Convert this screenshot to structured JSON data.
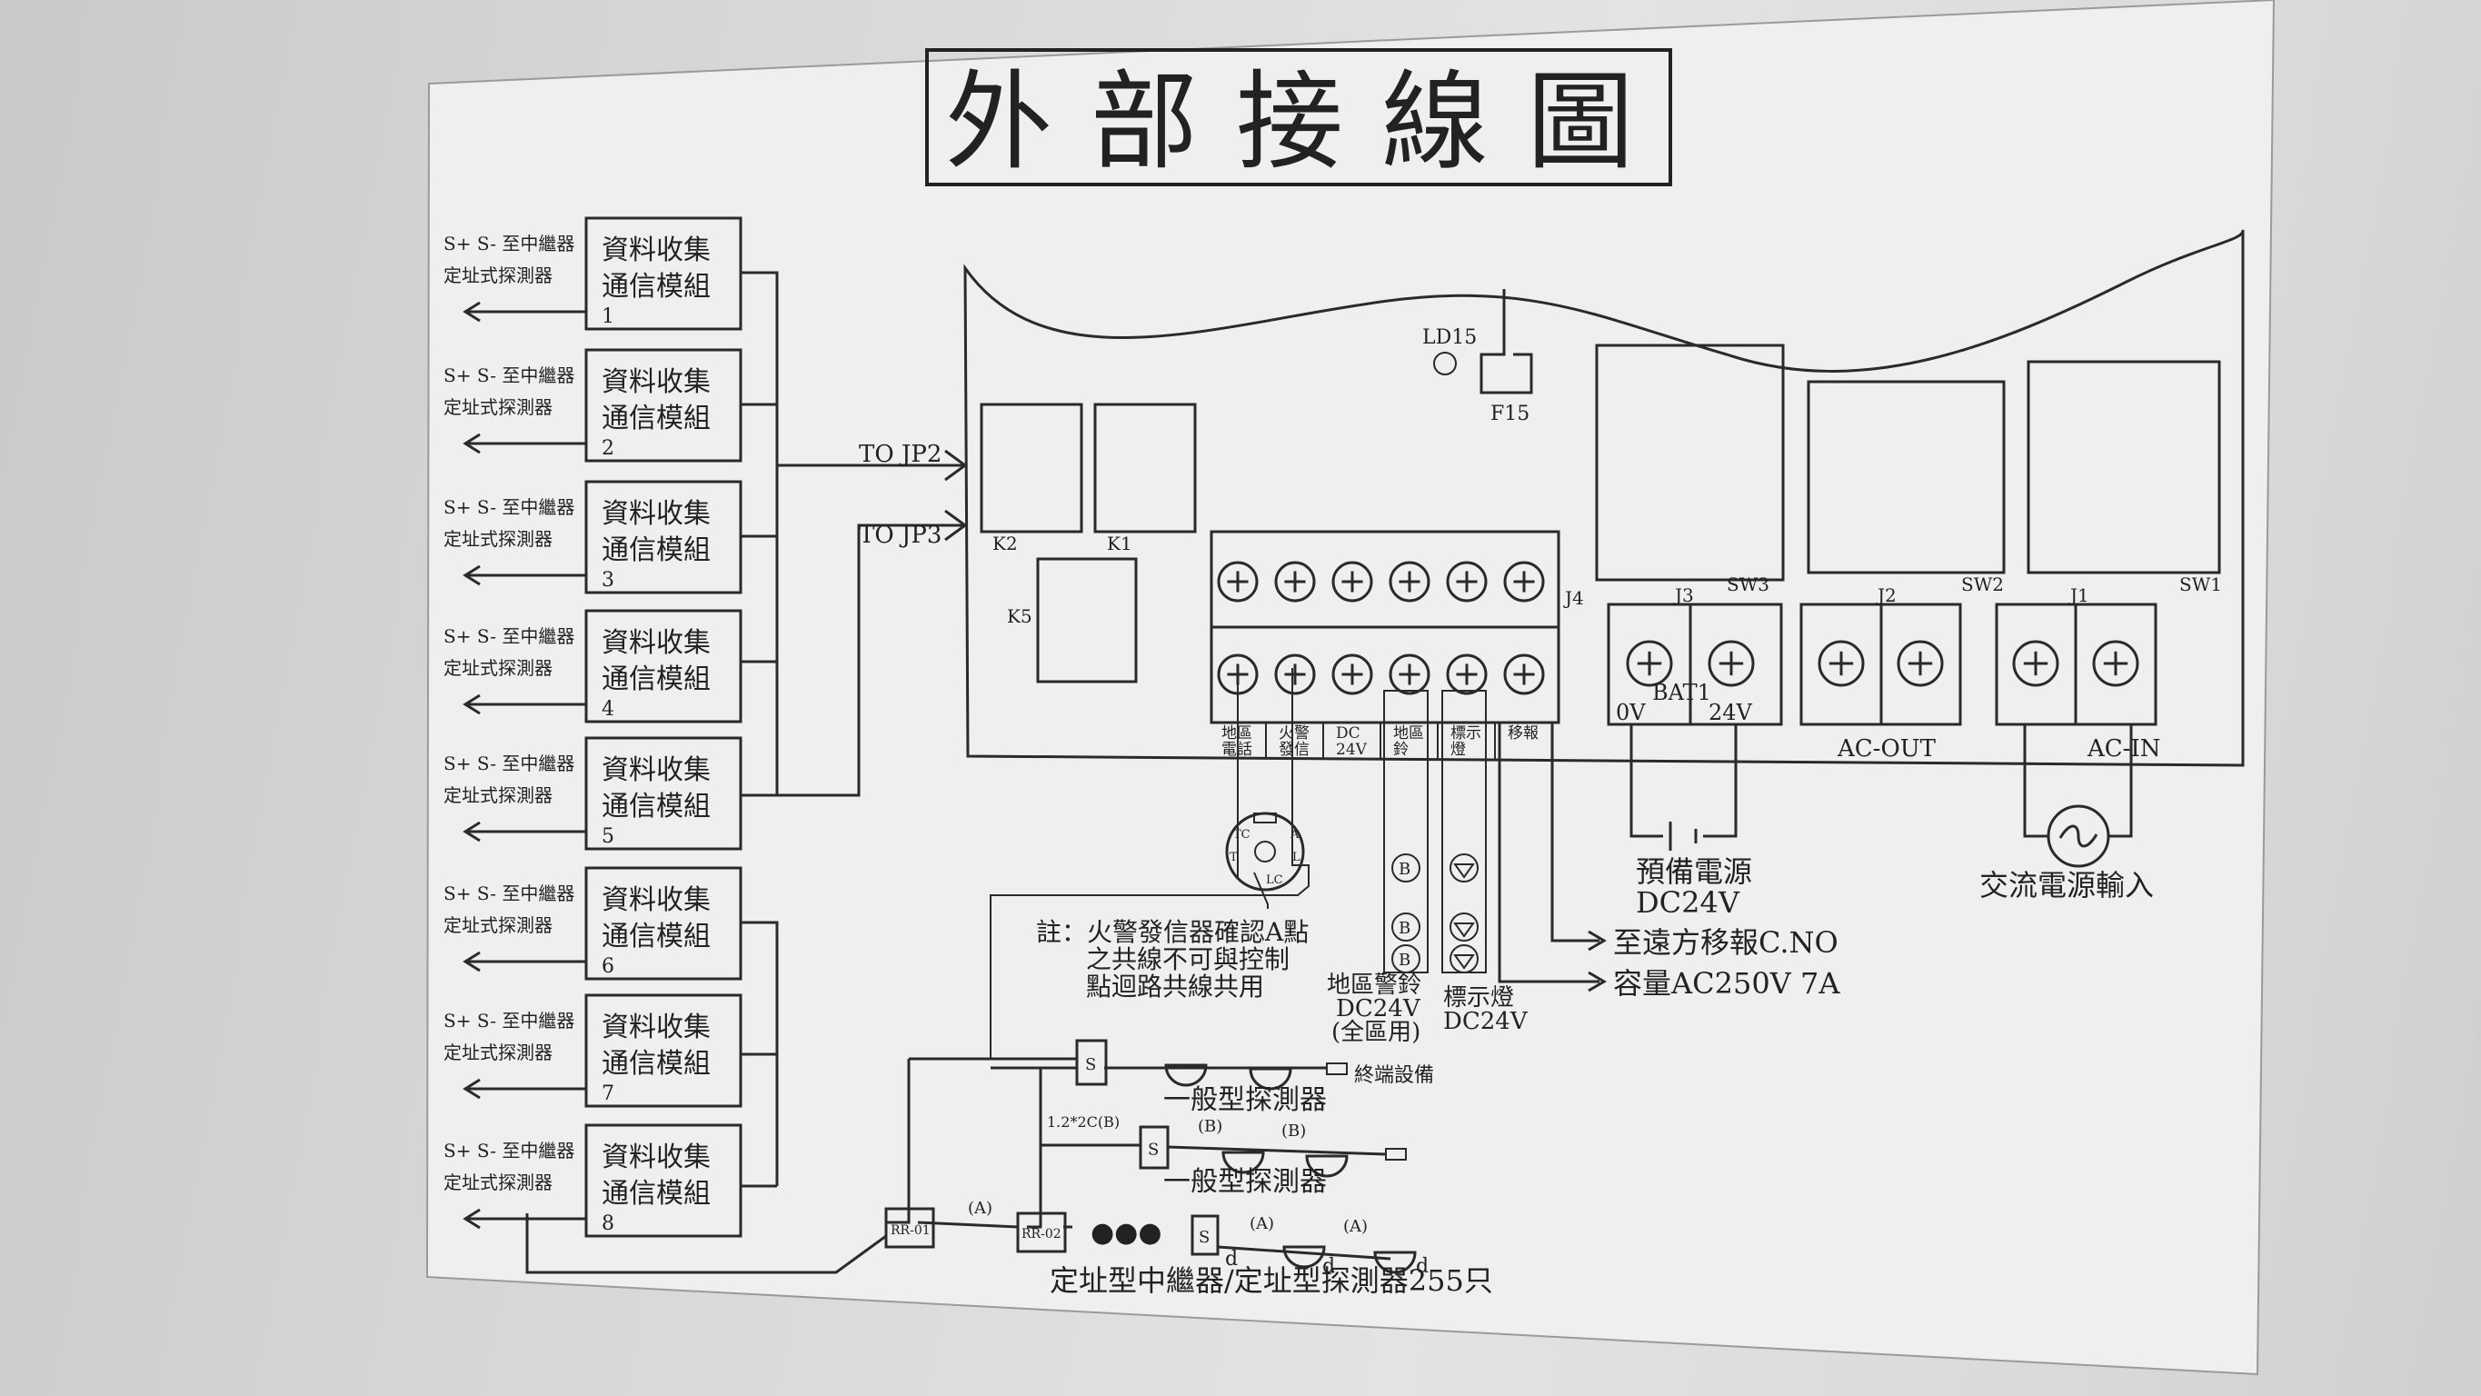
{
  "title": "外部接線圖",
  "modules": {
    "header_line1": "S+ S- 至中繼器",
    "header_line2": "定址式探測器",
    "name_line1": "資料收集",
    "name_line2": "通信模組",
    "numbers": [
      "1",
      "2",
      "3",
      "4",
      "5",
      "6",
      "7",
      "8"
    ]
  },
  "board": {
    "to_jp2": "TO JP2",
    "to_jp3": "TO JP3",
    "ld15": "LD15",
    "f15": "F15",
    "relays": {
      "k2": "K2",
      "k1": "K1",
      "k5": "K5"
    },
    "j4": "J4",
    "j3": "J3",
    "j2": "J2",
    "j1": "J1",
    "sw3": "SW3",
    "sw2": "SW2",
    "sw1": "SW1",
    "bat1": "BAT1",
    "v0": "0V",
    "v24": "24V",
    "ac_out": "AC-OUT",
    "ac_in": "AC-IN",
    "terminal_labels": [
      "地區\n電話",
      "火警\n發信",
      "DC\n24V",
      "地區\n鈴",
      "標示\n燈",
      "移報"
    ]
  },
  "station": {
    "tc": "TC",
    "a": "A",
    "t": "T",
    "l": "L",
    "lc": "LC"
  },
  "bell_symbol": "B",
  "notes": {
    "note_line1": "註：火警發信器確認A點",
    "note_line2": "之共線不可與控制",
    "note_line3": "點迴路共線共用",
    "bell_line1": "地區警鈴",
    "bell_line2": "DC24V",
    "bell_line3": "(全區用)",
    "lamp_line1": "標示燈",
    "lamp_line2": "DC24V",
    "backup_line1": "預備電源",
    "backup_line2": "DC24V",
    "ac_input": "交流電源輸入",
    "remote_line1": "至遠方移報C.NO",
    "remote_line2": "容量AC250V  7A"
  },
  "bottom": {
    "s": "S",
    "end_device": "終端設備",
    "detector1": "一般型探測器",
    "detector2": "一般型探測器",
    "cable": "1.2*2C(B)",
    "b": "(B)",
    "a": "(A)",
    "d": "d",
    "rr01": "RR-01",
    "rr02": "RR-02",
    "dots": "●●●",
    "footer": "定址型中繼器/定址型探測器255只"
  }
}
